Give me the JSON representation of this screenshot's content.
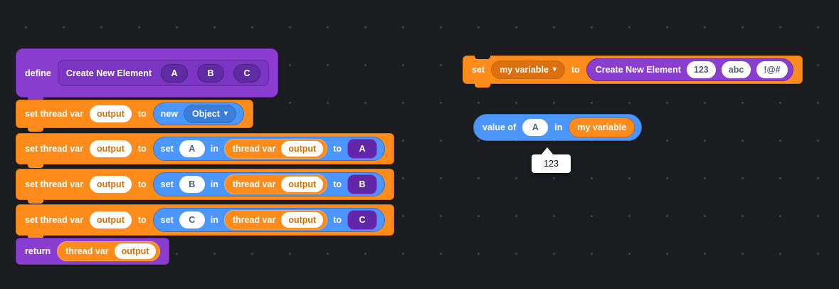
{
  "icons": {
    "dropdown_arrow": "▾"
  },
  "define_block": {
    "keyword": "define",
    "name": "Create New Element",
    "params": [
      "A",
      "B",
      "C"
    ]
  },
  "rows": [
    {
      "label": "set thread var",
      "var": "output",
      "to": "to",
      "new_kw": "new",
      "type_dropdown": "Object"
    },
    {
      "label": "set thread var",
      "var": "output",
      "to": "to",
      "set_kw": "set",
      "key": "A",
      "in_kw": "in",
      "inner_label": "thread var",
      "inner_var": "output",
      "to2": "to",
      "value_param": "A"
    },
    {
      "label": "set thread var",
      "var": "output",
      "to": "to",
      "set_kw": "set",
      "key": "B",
      "in_kw": "in",
      "inner_label": "thread var",
      "inner_var": "output",
      "to2": "to",
      "value_param": "B"
    },
    {
      "label": "set thread var",
      "var": "output",
      "to": "to",
      "set_kw": "set",
      "key": "C",
      "in_kw": "in",
      "inner_label": "thread var",
      "inner_var": "output",
      "to2": "to",
      "value_param": "C"
    }
  ],
  "return_block": {
    "keyword": "return",
    "inner_label": "thread var",
    "var": "output"
  },
  "set_variable_block": {
    "keyword": "set",
    "variable": "my variable",
    "to": "to",
    "call_name": "Create New Element",
    "args": [
      "123",
      "abc",
      "!@#"
    ]
  },
  "value_of_block": {
    "label": "value of",
    "key": "A",
    "in_kw": "in",
    "variable": "my variable"
  },
  "tooltip": {
    "text": "123"
  }
}
